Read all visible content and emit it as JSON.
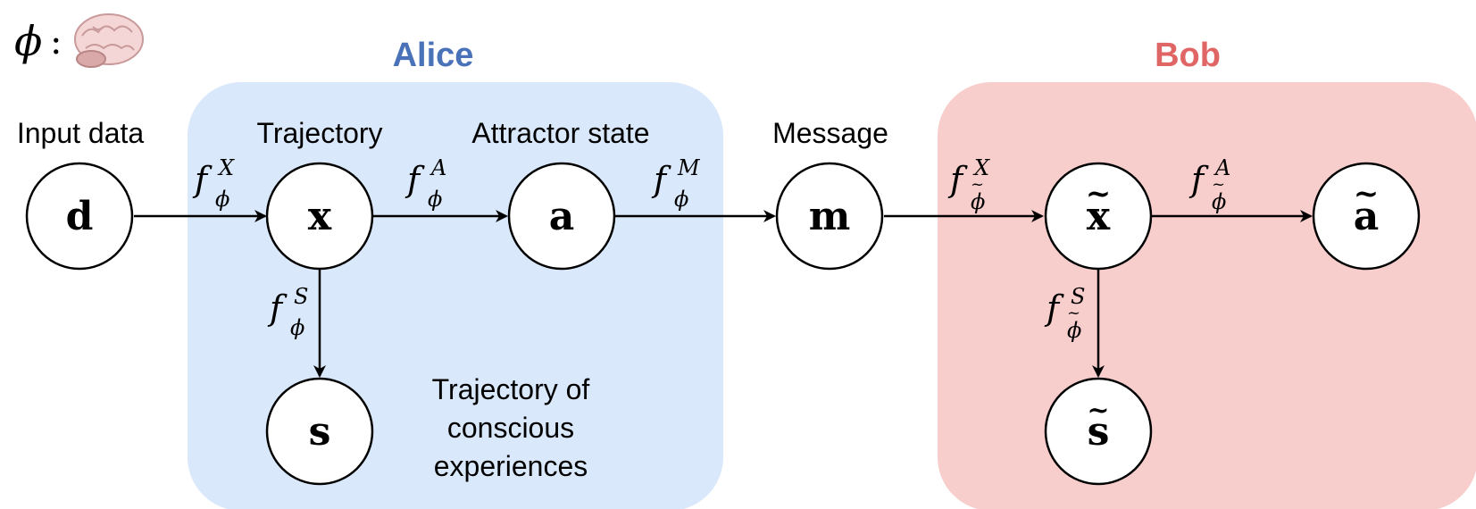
{
  "header": {
    "phi_symbol": "ϕ",
    "phi_colon": ":",
    "brain_icon": "brain-icon"
  },
  "groups": {
    "alice": {
      "title": "Alice",
      "color": "#4a72b8",
      "fill": "#dae8fc"
    },
    "bob": {
      "title": "Bob",
      "color": "#e06666",
      "fill": "#f8cecc"
    }
  },
  "labels": {
    "input_data": "Input data",
    "trajectory": "Trajectory",
    "attractor_state": "Attractor state",
    "message": "Message",
    "conscious_1": "Trajectory of",
    "conscious_2": "conscious",
    "conscious_3": "experiences"
  },
  "nodes": {
    "d": "d",
    "x": "x",
    "a": "a",
    "s": "s",
    "m": "m",
    "x_tilde": "x",
    "a_tilde": "a",
    "s_tilde": "s",
    "tilde_mark": "~"
  },
  "edges": {
    "f": "f",
    "phi": "ϕ",
    "sup_X": "X",
    "sup_A": "A",
    "sup_M": "M",
    "sup_S": "S"
  }
}
